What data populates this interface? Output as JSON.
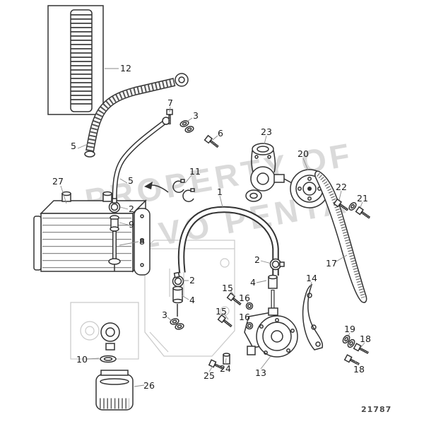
{
  "diagram": {
    "figure_number": "21787",
    "watermark": {
      "line1": "PROPERTY OF",
      "line2": "VOLVO PENTA"
    },
    "colors": {
      "line": "#333333",
      "faint": "#c9c9c9",
      "watermark": "#bcbcbc"
    },
    "callouts": [
      {
        "label": "12"
      },
      {
        "label": "7"
      },
      {
        "label": "3"
      },
      {
        "label": "6"
      },
      {
        "label": "23"
      },
      {
        "label": "20"
      },
      {
        "label": "22"
      },
      {
        "label": "21"
      },
      {
        "label": "5"
      },
      {
        "label": "11"
      },
      {
        "label": "1"
      },
      {
        "label": "27"
      },
      {
        "label": "5"
      },
      {
        "label": "2"
      },
      {
        "label": "9"
      },
      {
        "label": "8"
      },
      {
        "label": "2"
      },
      {
        "label": "17"
      },
      {
        "label": "2"
      },
      {
        "label": "4"
      },
      {
        "label": "4"
      },
      {
        "label": "14"
      },
      {
        "label": "15"
      },
      {
        "label": "16"
      },
      {
        "label": "15"
      },
      {
        "label": "16"
      },
      {
        "label": "3"
      },
      {
        "label": "19"
      },
      {
        "label": "18"
      },
      {
        "label": "10"
      },
      {
        "label": "25"
      },
      {
        "label": "24"
      },
      {
        "label": "13"
      },
      {
        "label": "18"
      },
      {
        "label": "26"
      }
    ]
  }
}
